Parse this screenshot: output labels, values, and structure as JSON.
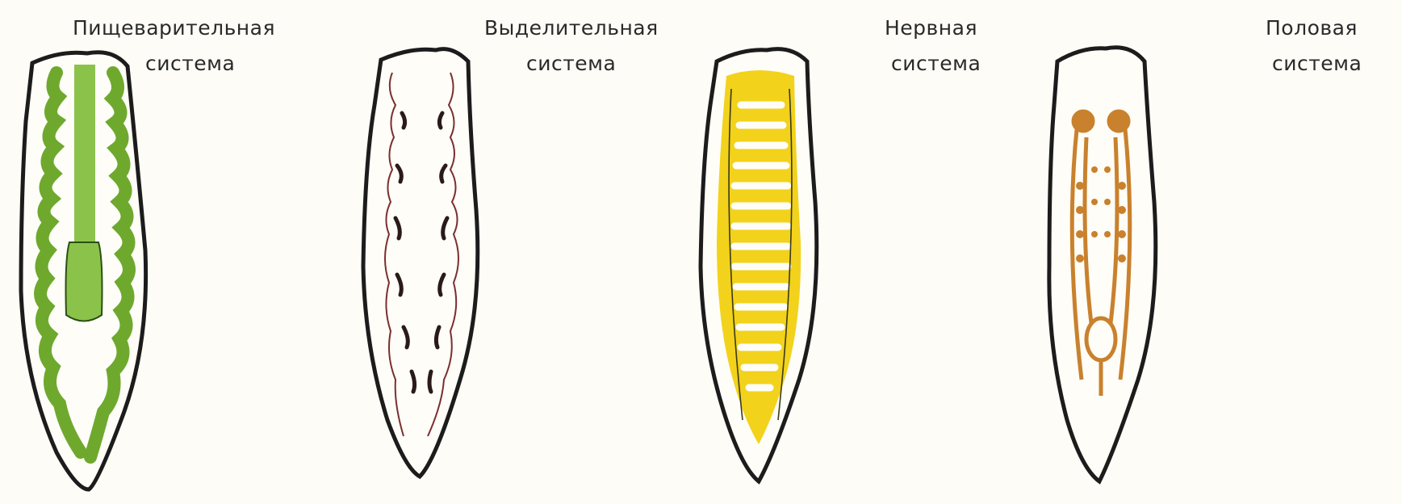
{
  "panels": [
    {
      "label_line1": "Пищеварительная",
      "label_line2": "система",
      "fill": "#8bc34a",
      "accent": "#b7dd6d"
    },
    {
      "label_line1": "Выделительная",
      "label_line2": "система",
      "fill": "#7a2f2f",
      "accent": "#3a1f1f"
    },
    {
      "label_line1": "Нервная",
      "label_line2": "система",
      "fill": "#f2d21b",
      "accent": "#fbef8f"
    },
    {
      "label_line1": "Половая",
      "label_line2": "система",
      "fill": "#c9812d",
      "accent": "#e4b06a"
    }
  ],
  "outline_color": "#1c1c1c"
}
